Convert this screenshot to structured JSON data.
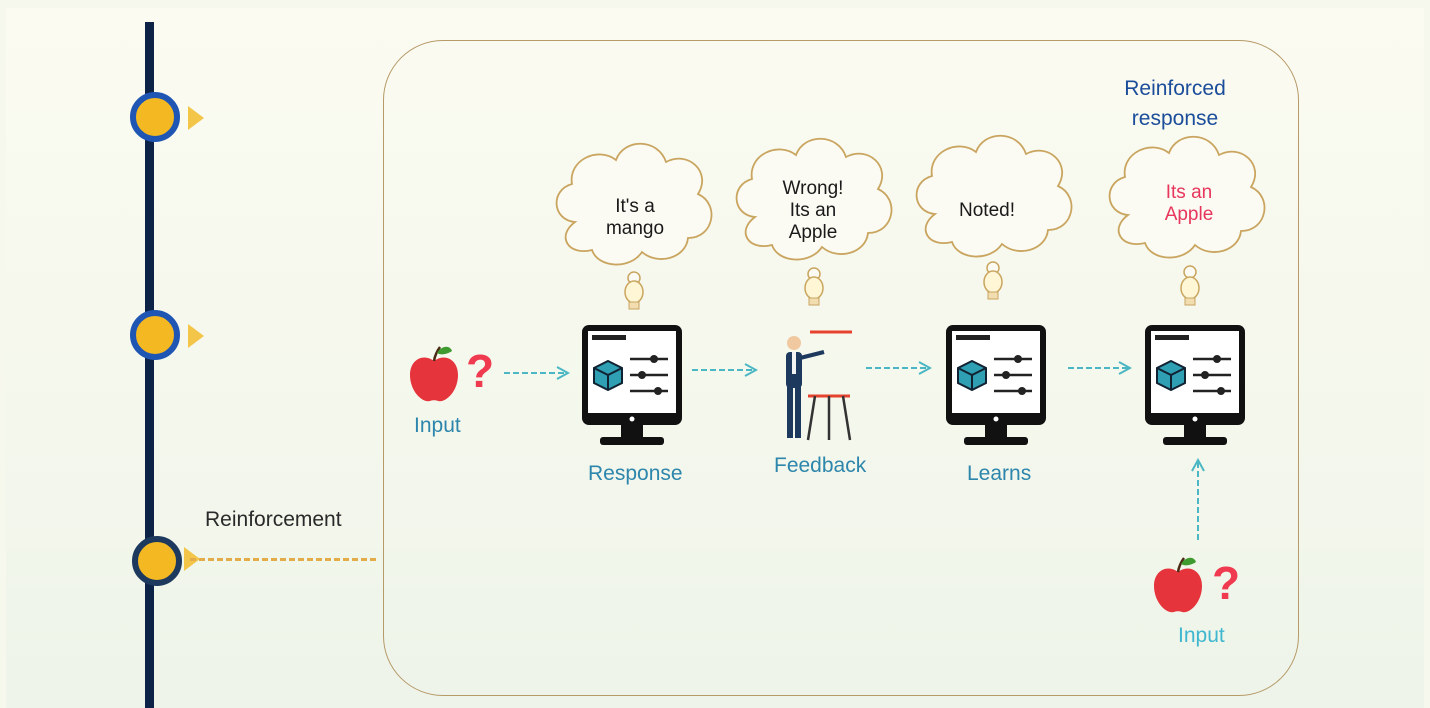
{
  "timeline": {
    "label": "Reinforcement"
  },
  "panel": {
    "title": "Reinforced response"
  },
  "clouds": [
    {
      "text_line1": "It's a",
      "text_line2": "mango",
      "text_line3": ""
    },
    {
      "text_line1": "Wrong!",
      "text_line2": "Its an",
      "text_line3": "Apple"
    },
    {
      "text_line1": "Noted!",
      "text_line2": "",
      "text_line3": ""
    },
    {
      "text_line1": "Its an",
      "text_line2": "Apple",
      "text_line3": ""
    }
  ],
  "steps": {
    "input_1": "Input",
    "response": "Response",
    "feedback": "Feedback",
    "learns": "Learns",
    "input_2": "Input"
  },
  "question_mark": "?",
  "colors": {
    "timeline": "#0d2247",
    "node_fill": "#f3b822",
    "node_ring": "#1f56b4",
    "arrow": "#4bb7c4",
    "apple": "#e5343c",
    "accent_red": "#e8355c",
    "title_blue": "#1c4d9b"
  },
  "icons": [
    "apple-icon",
    "question-mark-icon",
    "computer-icon",
    "cube-icon",
    "presenter-icon",
    "cloud-icon",
    "bulb-icon"
  ]
}
